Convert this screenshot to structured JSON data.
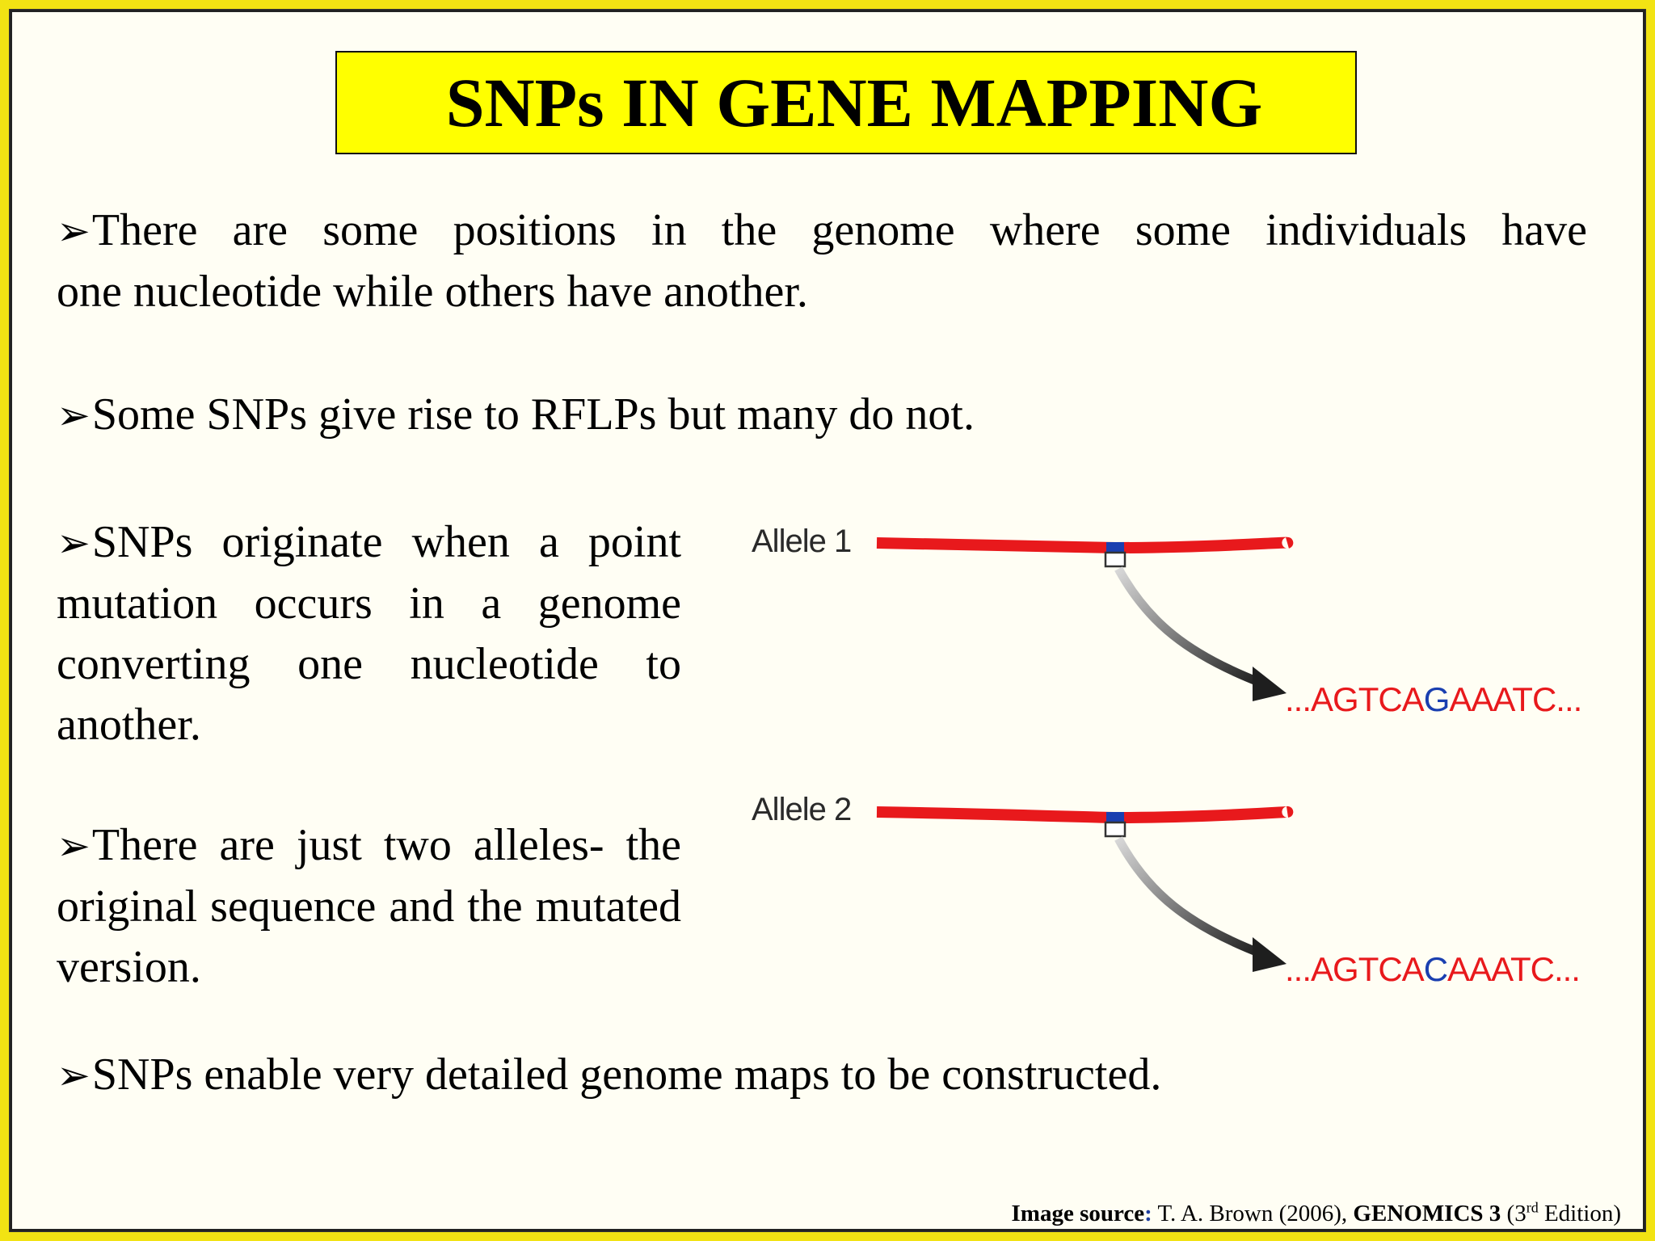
{
  "title": "SNPs IN GENE MAPPING",
  "bullet_symbol": "➢",
  "bullets": [
    {
      "lead": "There are some positions in the genome where some individuals have",
      "rest": "one nucleotide while others have another."
    },
    {
      "text": "Some SNPs give rise to RFLPs but many do not."
    },
    {
      "text": "SNPs originate when a point mutation occurs in a genome converting one nucleotide to another."
    },
    {
      "text": "There are just two alleles- the original sequence and the mutated version."
    },
    {
      "text": "SNPs enable very detailed genome maps to be constructed."
    }
  ],
  "figure": {
    "alleles": [
      {
        "label": "Allele 1",
        "seq_pre": "...AGTCA",
        "snp": "G",
        "seq_post": "AAATC..."
      },
      {
        "label": "Allele 2",
        "seq_pre": "...AGTCA",
        "snp": "C",
        "seq_post": "AAATC..."
      }
    ],
    "colors": {
      "strand": "#e8191c",
      "snp_marker": "#1a3fb0",
      "arrow": "#2b2b2b"
    }
  },
  "footer": {
    "label": "Image source",
    "colon": ":",
    "author": " T. A. Brown (2006), ",
    "book": "GENOMICS 3",
    "edition_open": " (3",
    "edition_sup": "rd",
    "edition_close": " Edition)"
  }
}
